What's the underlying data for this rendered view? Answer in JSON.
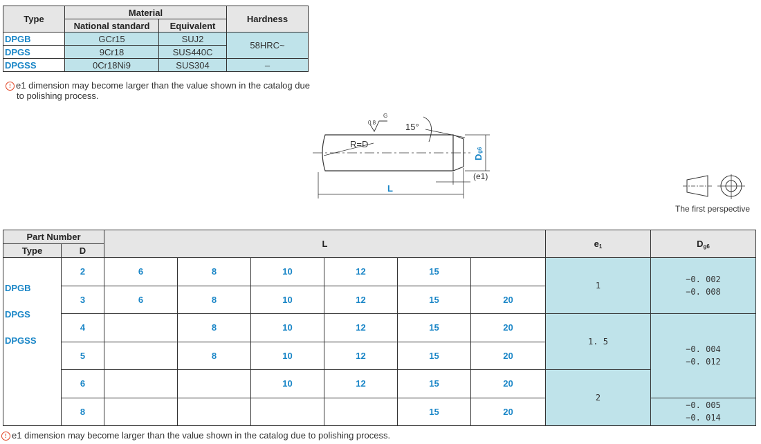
{
  "material_table": {
    "header_type": "Type",
    "header_material": "Material",
    "header_hardness": "Hardness",
    "sub_national": "National standard",
    "sub_equivalent": "Equivalent",
    "rows": [
      {
        "type": "DPGB",
        "national": "GCr15",
        "equivalent": "SUJ2"
      },
      {
        "type": "DPGS",
        "national": "9Cr18",
        "equivalent": "SUS440C"
      },
      {
        "type": "DPGSS",
        "national": "0Cr18Ni9",
        "equivalent": "SUS304"
      }
    ],
    "hardness_dpgb_dpgs": "58HRC~",
    "hardness_dpgss": "–"
  },
  "note_top_line1": "e1 dimension may become larger than the value shown in the catalog due",
  "note_top_line2": "to polishing process.",
  "drawing": {
    "roughness": "0.8",
    "roughness_mark": "G",
    "angle": "15°",
    "radius": "R=D",
    "d_label": "D",
    "d_sub": "g6",
    "e1_label": "(e1)",
    "l_label": "L"
  },
  "perspective_label": "The first perspective",
  "main_table": {
    "header_part_number": "Part Number",
    "header_type": "Type",
    "header_d": "D",
    "header_l": "L",
    "header_e1": "e",
    "header_e1_sub": "1",
    "header_dg6": "D",
    "header_dg6_sub": "g6",
    "types": [
      "DPGB",
      "DPGS",
      "DPGSS"
    ],
    "rows": [
      {
        "d": "2",
        "l": [
          "6",
          "8",
          "10",
          "12",
          "15",
          ""
        ]
      },
      {
        "d": "3",
        "l": [
          "6",
          "8",
          "10",
          "12",
          "15",
          "20"
        ]
      },
      {
        "d": "4",
        "l": [
          "",
          "8",
          "10",
          "12",
          "15",
          "20"
        ]
      },
      {
        "d": "5",
        "l": [
          "",
          "8",
          "10",
          "12",
          "15",
          "20"
        ]
      },
      {
        "d": "6",
        "l": [
          "",
          "",
          "10",
          "12",
          "15",
          "20"
        ]
      },
      {
        "d": "8",
        "l": [
          "",
          "",
          "",
          "",
          "15",
          "20"
        ]
      }
    ],
    "e1_values": [
      "1",
      "1. 5",
      "2"
    ],
    "tol_a": [
      "−0. 002",
      "−0. 008"
    ],
    "tol_b": [
      "−0. 004",
      "−0. 012"
    ],
    "tol_c": [
      "−0. 005",
      "−0. 014"
    ]
  },
  "note_bottom": "e1 dimension may become larger than the value shown in the catalog due to polishing process."
}
